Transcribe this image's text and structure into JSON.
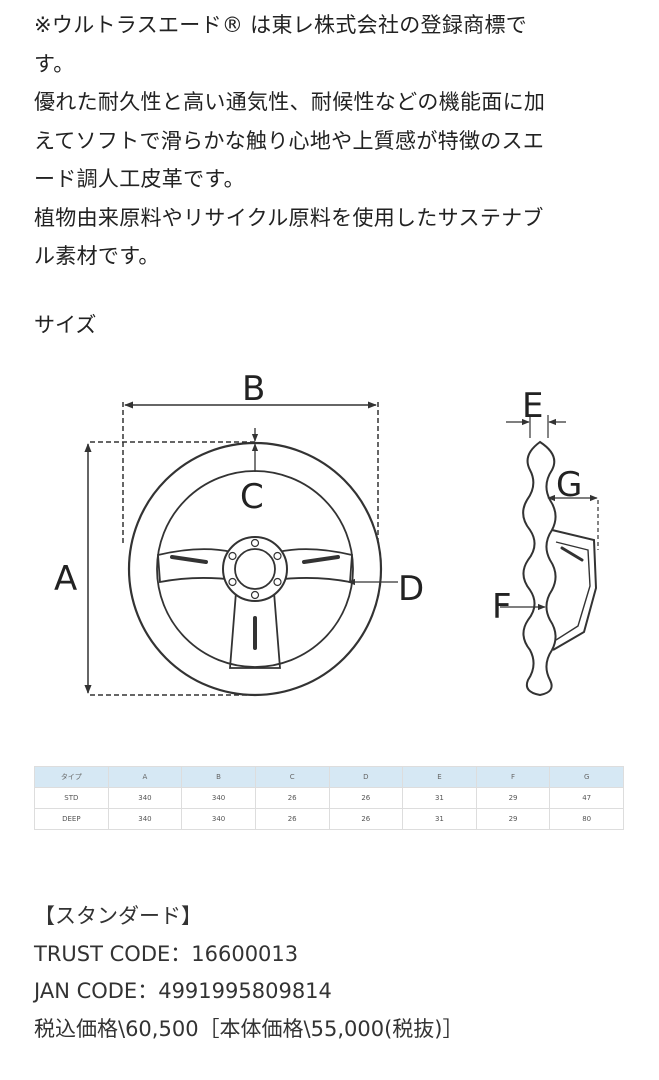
{
  "description": [
    "※ウルトラスエード® は東レ株式会社の登録商標で",
    "す。",
    "優れた耐久性と高い通気性、耐候性などの機能面に加",
    "えてソフトで滑らかな触り心地や上質感が特徴のスエ",
    "ード調人工皮革です。",
    "植物由来原料やリサイクル原料を使用したサステナブ",
    "ル素材です。"
  ],
  "size_heading": "サイズ",
  "diagram_labels": {
    "A": "A",
    "B": "B",
    "C": "C",
    "D": "D",
    "E": "E",
    "F": "F",
    "G": "G"
  },
  "spec_table": {
    "headers": [
      "タイプ",
      "A",
      "B",
      "C",
      "D",
      "E",
      "F",
      "G"
    ],
    "rows": [
      [
        "STD",
        "340",
        "340",
        "26",
        "26",
        "31",
        "29",
        "47"
      ],
      [
        "DEEP",
        "340",
        "340",
        "26",
        "26",
        "31",
        "29",
        "80"
      ]
    ]
  },
  "product_info": {
    "type_label": "【スタンダード】",
    "trust_code": "TRUST CODE：16600013",
    "jan_code": "JAN CODE：4991995809814",
    "price": "税込価格\\60,500［本体価格\\55,000(税抜)］"
  },
  "colors": {
    "table_header_bg": "#d6e8f4",
    "text": "#222222",
    "line": "#333333"
  }
}
